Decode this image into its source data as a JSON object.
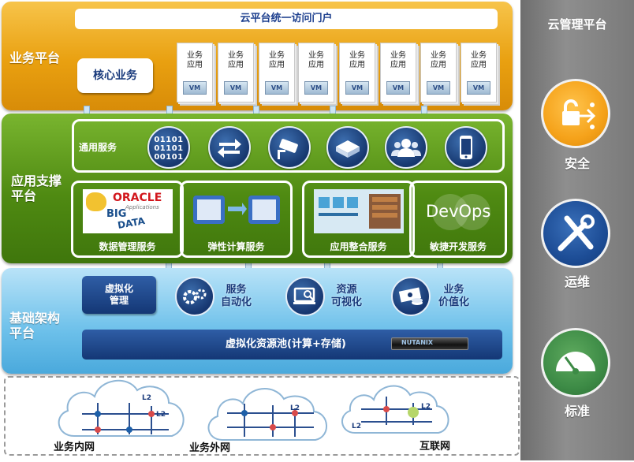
{
  "business_platform": {
    "title": "业务平台",
    "portal": "云平台统一访问门户",
    "core": "核心业务",
    "apps": [
      {
        "label": "业务\n应用",
        "vm": "VM"
      },
      {
        "label": "业务\n应用",
        "vm": "VM"
      },
      {
        "label": "业务\n应用",
        "vm": "VM"
      },
      {
        "label": "业务\n应用",
        "vm": "VM"
      },
      {
        "label": "业务\n应用",
        "vm": "VM"
      },
      {
        "label": "业务\n应用",
        "vm": "VM"
      },
      {
        "label": "业务\n应用",
        "vm": "VM"
      },
      {
        "label": "业务\n应用",
        "vm": "VM"
      }
    ]
  },
  "app_support_platform": {
    "title": "应用支撑\n平台",
    "common_services": "通用服务",
    "binary": "01101\n01101\n00101",
    "services": [
      {
        "label": "数据管理服务",
        "img_texts": [
          "ORACLE",
          "Applications",
          "BIG",
          "DATA"
        ]
      },
      {
        "label": "弹性计算服务"
      },
      {
        "label": "应用整合服务"
      },
      {
        "label": "敏捷开发服务",
        "img_text": "DevOps"
      }
    ]
  },
  "infra_platform": {
    "title": "基础架构\n平台",
    "virt_mgmt": "虚拟化\n管理",
    "items": [
      {
        "label": "服务\n自动化"
      },
      {
        "label": "资源\n可视化"
      },
      {
        "label": "业务\n价值化"
      }
    ],
    "pool": "虚拟化资源池(计算+存储)",
    "server_brand": "NUTANIX"
  },
  "networks": [
    {
      "label": "业务内网",
      "links": [
        "L2",
        "L2"
      ]
    },
    {
      "label": "业务外网",
      "links": [
        "L2"
      ]
    },
    {
      "label": "互联网",
      "links": [
        "L2",
        "L2"
      ]
    }
  ],
  "cloud_mgmt": {
    "title": "云管理平台",
    "items": [
      {
        "label": "安全",
        "color": "#f5a21a"
      },
      {
        "label": "运维",
        "color": "#1d4d96"
      },
      {
        "label": "标准",
        "color": "#3d8b46"
      }
    ]
  }
}
